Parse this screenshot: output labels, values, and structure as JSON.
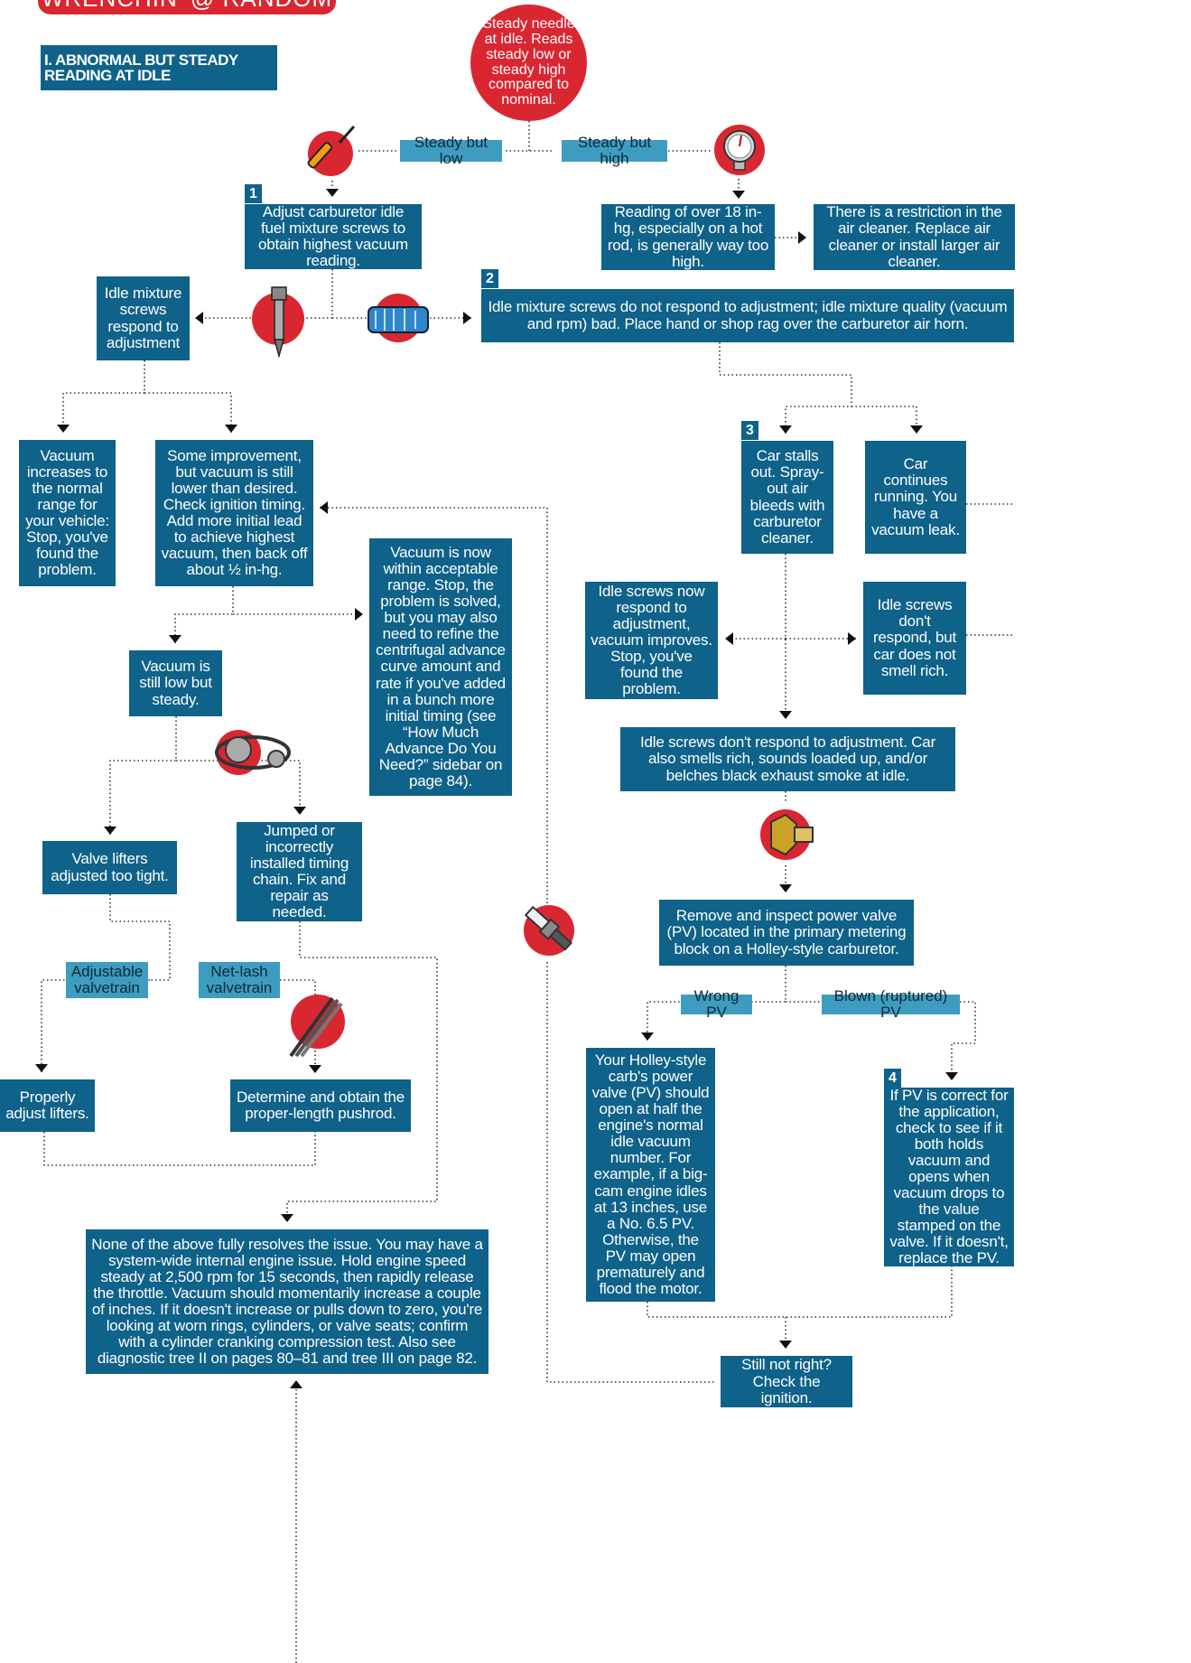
{
  "header": {
    "tab": "WRENCHIN' @ RANDOM",
    "section_title": "I. ABNORMAL BUT STEADY READING AT IDLE"
  },
  "nodes": {
    "start": "Steady needle at idle. Reads steady low or steady high compared to nominal.",
    "adjust_carb": "Adjust carburetor idle fuel mixture screws to obtain highest vacuum reading.",
    "reading_over18": "Reading of over 18 in-hg, especially on a hot rod, is generally way too high.",
    "restriction": "There is a restriction in the air cleaner. Replace air cleaner or install larger air cleaner.",
    "idle_respond": "Idle mixture screws respond to adjustment",
    "idle_not_respond": "Idle mixture screws do not respond to adjustment; idle mixture quality (vacuum and rpm) bad. Place hand or shop rag over the carburetor air horn.",
    "vacuum_increases": "Vacuum increases to the normal range for your vehicle: Stop, you've found the problem.",
    "some_improvement": "Some improvement, but vacuum is still lower than desired. Check ignition timing. Add more initial lead to achieve highest vacuum, then back off about ½ in-hg.",
    "acceptable": "Vacuum is now within acceptable range. Stop, the problem is solved, but you may also need to refine the centrifugal advance curve amount and rate if you've added in a bunch more initial timing (see “How Much Advance Do You Need?” sidebar on page 84).",
    "still_low": "Vacuum is still low but steady.",
    "lifters_tight": "Valve lifters adjusted too tight.",
    "jumped_chain": "Jumped or incorrectly installed timing chain. Fix and repair as needed.",
    "adjust_lifters": "Properly adjust lifters.",
    "pushrod": "Determine and obtain the proper-length pushrod.",
    "none_resolves": "None of the above fully resolves the issue. You may have a system-wide internal engine issue. Hold engine speed steady at 2,500 rpm for 15 seconds, then rapidly release the throttle. Vacuum should momentarily increase a couple of inches. If it doesn't increase or pulls down to zero, you're looking at worn rings, cylinders, or valve seats; confirm with a cylinder cranking compression test. Also see diagnostic tree II on pages 80–81 and tree III on page 82.",
    "car_stalls": "Car stalls out. Spray-out air bleeds with carburetor cleaner.",
    "car_continues": "Car continues running. You have a vacuum leak.",
    "screws_now_respond": "Idle screws now respond to adjustment, vacuum improves. Stop, you've found the problem.",
    "screws_dont_respond": "Idle screws don't respond, but car does not smell rich.",
    "smells_rich": "Idle screws don't respond to adjustment. Car also smells rich, sounds loaded up, and/or belches black exhaust smoke at idle.",
    "remove_pv": "Remove and inspect power valve (PV) located in the primary metering block on a Holley-style carburetor.",
    "holley_pv": "Your Holley-style carb's power valve (PV) should open at half the engine's normal idle vacuum number. For example, if a big-cam engine idles at 13 inches, use a No. 6.5 PV. Otherwise, the PV may open prematurely and flood the motor.",
    "pv_correct": "If PV is correct for the application, check to see if it both holds vacuum and opens when vacuum drops to the value stamped on the valve. If it doesn't, replace the PV.",
    "check_ignition": "Still not right? Check the ignition."
  },
  "labels": {
    "steady_low": "Steady but low",
    "steady_high": "Steady but high",
    "adjustable": "Adjustable valvetrain",
    "netlash": "Net-lash valvetrain",
    "wrong_pv": "Wrong PV",
    "blown_pv": "Blown (ruptured) PV"
  },
  "step_numbers": {
    "s1": "1",
    "s2": "2",
    "s3": "3",
    "s4": "4"
  },
  "icons": [
    "screwdriver-icon",
    "vacuum-gauge-icon",
    "mixture-screw-icon",
    "shop-rag-icon",
    "timing-chain-icon",
    "pushrods-icon",
    "power-valve-icon",
    "spark-plug-icon"
  ],
  "colors": {
    "box": "#0f6289",
    "label": "#3f9cc1",
    "accent": "#d92732"
  }
}
